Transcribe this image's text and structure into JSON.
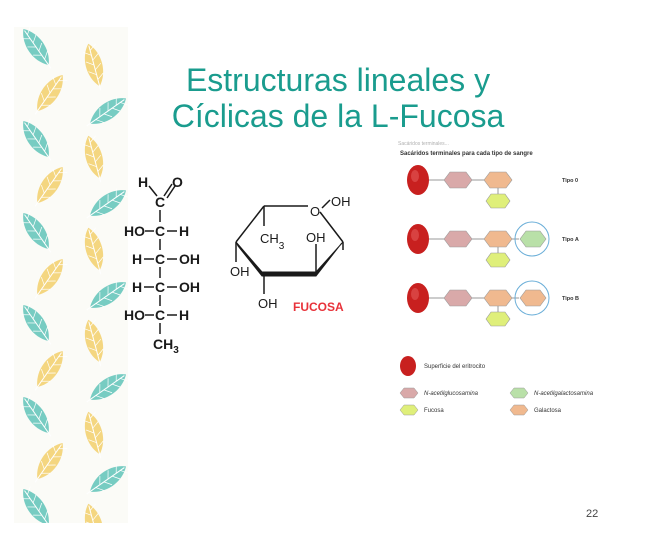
{
  "slide": {
    "title_line1": "Estructuras lineales y",
    "title_line2": "Cíclicas  de la L-Fucosa",
    "page_number": "22"
  },
  "colors": {
    "title": "#1a9c8e",
    "fucosa_label": "#e8323a",
    "leaf_teal": "#5fc3b8",
    "leaf_yellow": "#f2cf6b"
  },
  "linear_structure": {
    "top_H": "H",
    "top_O": "O",
    "C": "C",
    "rows": [
      {
        "left": "HO",
        "right": "H"
      },
      {
        "left": "H",
        "right": "OH"
      },
      {
        "left": "H",
        "right": "OH"
      },
      {
        "left": "HO",
        "right": "H"
      }
    ],
    "bottom": "CH",
    "bottom_sub": "3"
  },
  "ring_structure": {
    "ring_O": "O",
    "top_right_OH": "OH",
    "ch3": "CH",
    "ch3_sub": "3",
    "inner_OH": "OH",
    "left_OH": "OH",
    "bottom_OH": "OH",
    "label": "FUCOSA"
  },
  "blood_diagram": {
    "faint_header": "Sacáridos terminales...",
    "header": "Sacáridos terminales para cada tipo de sangre",
    "types": [
      "Tipo 0",
      "Tipo A",
      "Tipo B"
    ],
    "legend": {
      "erythrocyte": "Superficie del eritrocito",
      "acetylglucosamine": "N-acetilglucosamina",
      "acetylgalactosamine": "N-acetilgalactosamina",
      "fucose": "Fucosa",
      "galactose": "Galactosa"
    },
    "sugar_colors": {
      "acetylglucosamine": "#d9a9a9",
      "acetylgalactosamine": "#b9e0a8",
      "fucose": "#dfef7a",
      "galactose": "#f0b98f",
      "erythrocyte": "#c8201f"
    }
  }
}
